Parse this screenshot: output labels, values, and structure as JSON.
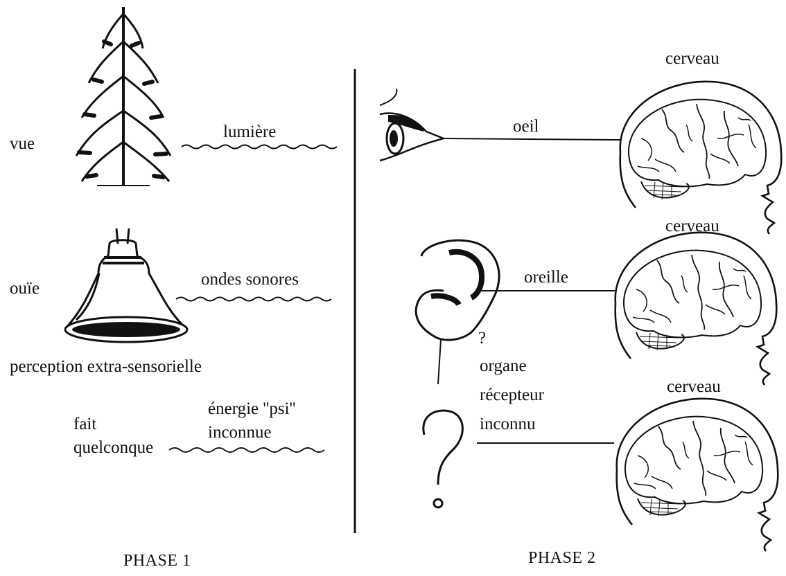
{
  "phase1": {
    "title": "PHASE 1",
    "sense_vue": "vue",
    "signal_lumiere": "lumière",
    "sense_ouie": "ouïe",
    "signal_ondes": "ondes sonores",
    "esp_heading": "perception extra-sensorielle",
    "fact_line1": "fait",
    "fact_line2": "quelconque",
    "energy_line1": "énergie ''psi''",
    "energy_line2": "inconnue"
  },
  "phase2": {
    "title": "PHASE 2",
    "brain_label_1": "cerveau",
    "brain_label_2": "cerveau",
    "brain_label_3": "cerveau",
    "organ_eye": "oeil",
    "organ_ear": "oreille",
    "unknown_mark": "?",
    "unknown_line1": "organe",
    "unknown_line2": "récepteur",
    "unknown_line3": "inconnu"
  },
  "icons": [
    "tree-icon",
    "bell-icon",
    "eye-icon",
    "ear-icon",
    "question-mark-icon",
    "brain-icon"
  ]
}
